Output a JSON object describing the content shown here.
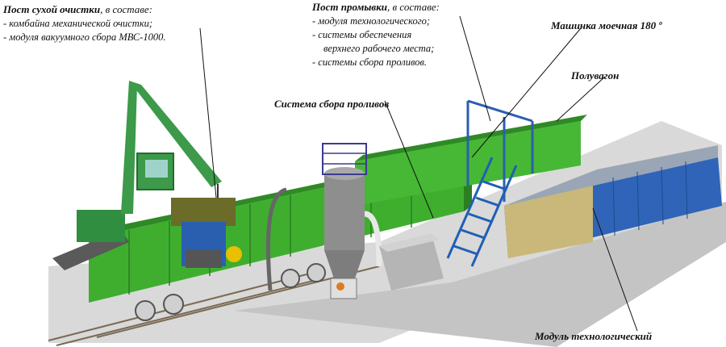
{
  "labels": {
    "dry_post": {
      "title": "Пост сухой очистки",
      "suffix": ", в составе:",
      "items": [
        "- комбайна механической очистки;",
        "- модуля вакуумного сбора МВС-1000."
      ]
    },
    "wash_post": {
      "title": "Пост промывки",
      "suffix": ", в составе:",
      "items": [
        "- модуля технологического;",
        "- системы обеспечения",
        "верхнего рабочего места;",
        "- системы сбора проливов."
      ]
    },
    "spill_system": "Система сбора проливов",
    "washer": "Машинка моечная 180 º",
    "wagon": "Полувагон",
    "tech_module": "Модуль технологический"
  },
  "colors": {
    "wagon_green": "#3fae2f",
    "wagon_dark": "#2a7f22",
    "crane_green": "#3c9a4a",
    "module_blue": "#2f64b8",
    "ladder_blue": "#1f5fb5",
    "floor_gray": "#bdbdbd"
  }
}
